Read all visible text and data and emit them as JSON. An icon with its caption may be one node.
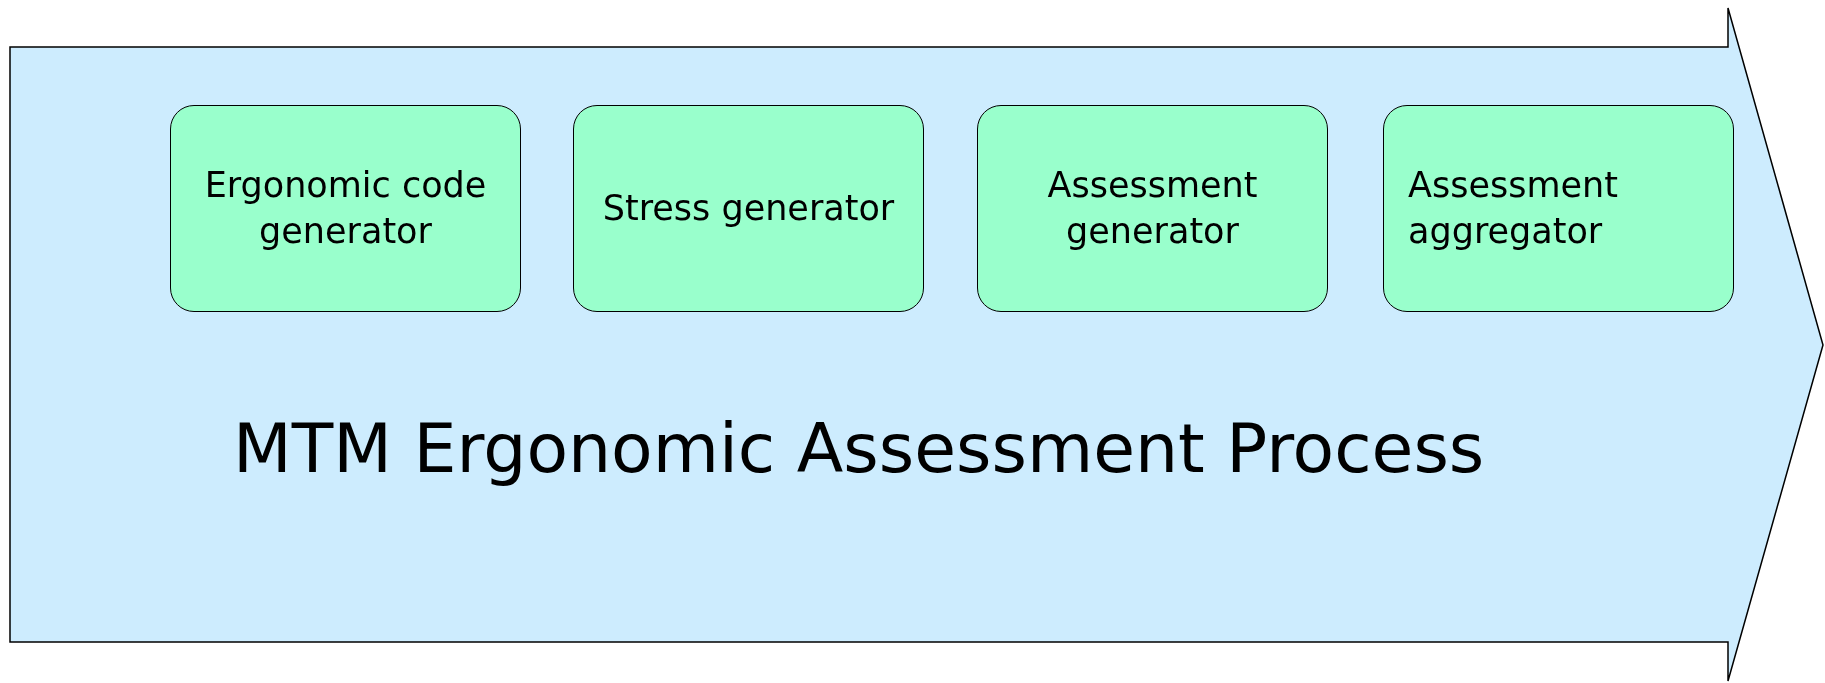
{
  "diagram": {
    "nodes": [
      {
        "text": [
          "MTM Ergonomic Assessment Process"
        ]
      },
      {
        "text": [
          "Ergonomic code generator"
        ],
        "in": 0
      },
      {
        "text": [
          "Stress generator"
        ],
        "in": 0
      },
      {
        "text": [
          "Assessment generator"
        ],
        "in": 0
      },
      {
        "text": [
          "Assessment aggregator"
        ],
        "in": 0
      }
    ]
  }
}
